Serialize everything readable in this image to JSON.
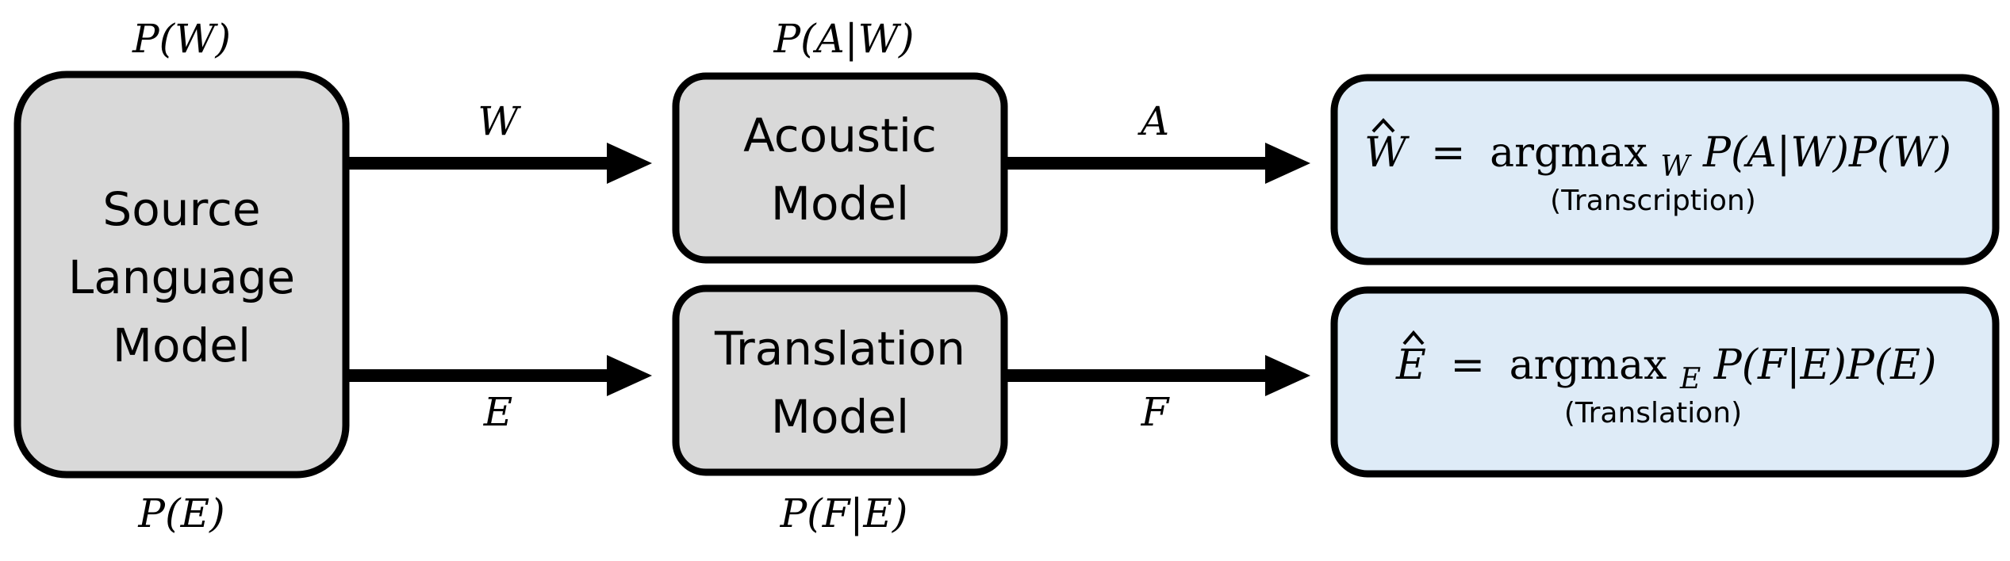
{
  "boxes": {
    "source_language_model": {
      "lines": [
        "Source",
        "Language",
        "Model"
      ],
      "top_label": "P(W)",
      "bottom_label": "P(E)"
    },
    "acoustic_model": {
      "lines": [
        "Acoustic",
        "Model"
      ],
      "top_label": "P(A|W)"
    },
    "translation_model": {
      "lines": [
        "Translation",
        "Model"
      ],
      "bottom_label": "P(F|E)"
    },
    "transcription_output": {
      "formula": {
        "hat_var": "W",
        "eq": "=",
        "op": "argmax",
        "sub": "W",
        "expr": "P(A|W)P(W)"
      },
      "caption": "(Transcription)"
    },
    "translation_output": {
      "formula": {
        "hat_var": "E",
        "eq": "=",
        "op": "argmax",
        "sub": "E",
        "expr": "P(F|E)P(E)"
      },
      "caption": "(Translation)"
    }
  },
  "arrows": {
    "source_to_acoustic": "W",
    "source_to_translation": "E",
    "acoustic_to_transcription": "A",
    "translation_to_output": "F"
  },
  "colors": {
    "model_box_fill": "#d9d9d9",
    "output_box_fill": "#deebf7",
    "stroke": "#000000"
  }
}
